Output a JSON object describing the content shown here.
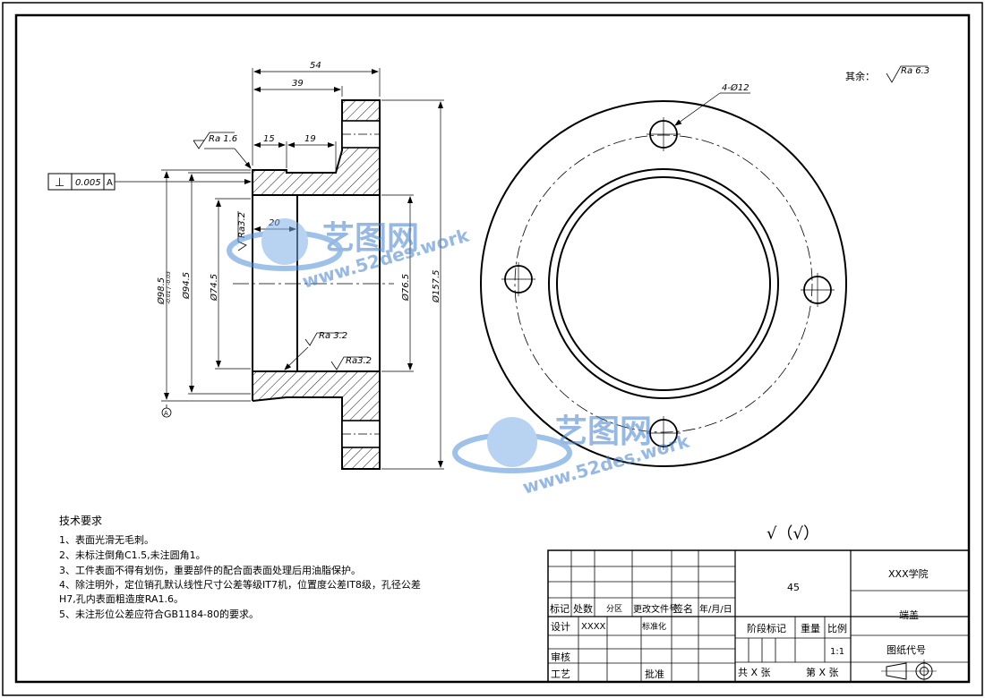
{
  "dimensions": {
    "len_54": "54",
    "len_39": "39",
    "len_15": "15",
    "len_19": "19",
    "len_20": "20",
    "dia_98_5": "Ø98.5",
    "dia_98_5_tol": "-0.01 / -0.03",
    "dia_94_5": "Ø94.5",
    "dia_74_5": "Ø74.5",
    "dia_76_5": "Ø76.5",
    "dia_157_5": "Ø157.5",
    "holes": "4-Ø12"
  },
  "roughness": {
    "ra_1_6": "Ra 1.6",
    "ra_3_2_a": "Ra3.2",
    "ra_3_2_b": "Ra 3.2",
    "ra_3_2_c": "Ra3.2",
    "rest_label": "其余：",
    "rest_value": "Ra 6.3",
    "symbol_note": "√（√）"
  },
  "tolerance_frame": {
    "symbol": "⊥",
    "value": "0.005",
    "datum": "A",
    "datum_label": "A"
  },
  "tech_requirements": {
    "title": "技术要求",
    "items": [
      "1、表面光滑无毛刺。",
      "2、未标注倒角C1.5,未注圆角1。",
      "3、工件表面不得有划伤，重要部件的配合面表面处理后用油脂保护。",
      "4、除注明外，定位销孔默认线性尺寸公差等级IT7机，位置度公差IT8级，孔径公差",
      "H7,孔内表面粗造度RA1.6。",
      "5、未注形位公差应符合GB1184-80的要求。"
    ]
  },
  "watermark": {
    "brand": "艺图网",
    "url": "www.52des.work"
  },
  "title_block": {
    "material": "45",
    "school": "XXX学院",
    "part_name": "端盖",
    "drawing_no": "图纸代号",
    "mark": "标记",
    "count": "处数",
    "zone": "分区",
    "change_doc": "更改文件号",
    "sign": "签名",
    "date": "年/月/日",
    "design": "设计",
    "designer": "XXXX",
    "standardize": "标准化",
    "review": "审核",
    "process": "工艺",
    "approve": "批准",
    "stage_mark": "阶段标记",
    "weight": "重量",
    "scale_label": "比例",
    "scale_value": "1:1",
    "total_sheets": "共 X 张",
    "sheet_no": "第 X 张"
  }
}
